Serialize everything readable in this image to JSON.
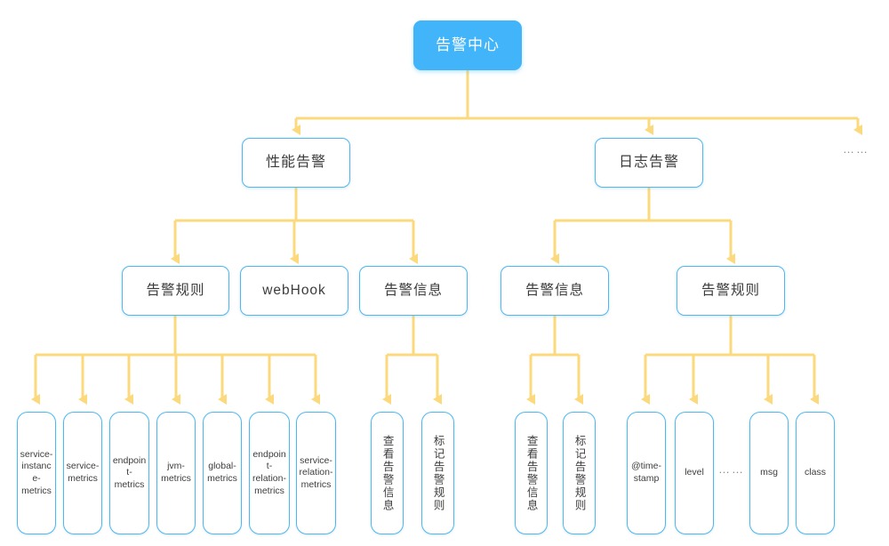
{
  "diagram": {
    "title": "告警中心",
    "accent_node_color": "#42b4fa",
    "node_border_color": "#4cb8f3",
    "connector_color": "#fbd97c",
    "background": "#ffffff",
    "root": {
      "label": "告警中心"
    },
    "level2": [
      {
        "id": "perf",
        "label": "性能告警"
      },
      {
        "id": "log",
        "label": "日志告警"
      },
      {
        "id": "more",
        "label": "……"
      }
    ],
    "level3": [
      {
        "id": "perf-rule",
        "label": "告警规则",
        "parent": "perf"
      },
      {
        "id": "perf-webhook",
        "label": "webHook",
        "parent": "perf"
      },
      {
        "id": "perf-info",
        "label": "告警信息",
        "parent": "perf"
      },
      {
        "id": "log-info",
        "label": "告警信息",
        "parent": "log"
      },
      {
        "id": "log-rule",
        "label": "告警规则",
        "parent": "log"
      }
    ],
    "leaves": {
      "perf_rule_items": [
        {
          "label": "service-instance-metrics"
        },
        {
          "label": "service-metrics"
        },
        {
          "label": "endpoint-metrics"
        },
        {
          "label": "jvm-metrics"
        },
        {
          "label": "global-metrics"
        },
        {
          "label": "endpoint-relation-metrics"
        },
        {
          "label": "service-relation-metrics"
        }
      ],
      "perf_info_items": [
        {
          "label": "查看告警信息"
        },
        {
          "label": "标记告警规则"
        }
      ],
      "log_info_items": [
        {
          "label": "查看告警信息"
        },
        {
          "label": "标记告警规则"
        }
      ],
      "log_rule_items": [
        {
          "label": "@time-stamp"
        },
        {
          "label": "level"
        },
        {
          "label": "msg"
        },
        {
          "label": "class"
        }
      ],
      "log_rule_ellipsis": "……"
    }
  }
}
